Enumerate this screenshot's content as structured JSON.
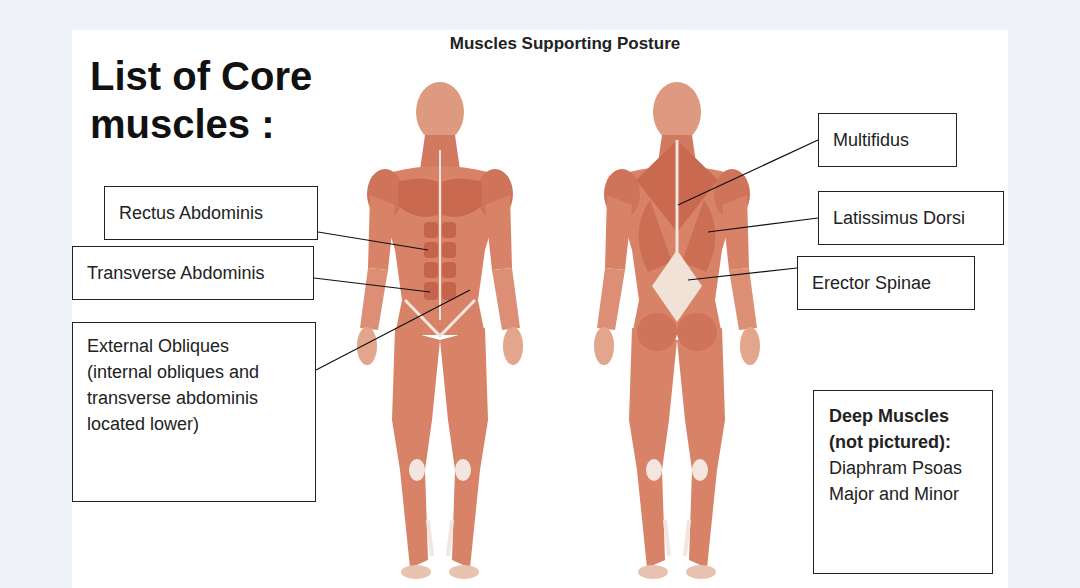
{
  "diagram": {
    "title": "Muscles Supporting Posture",
    "nodes": [
      {
        "text": [
          "Rectus Abdominis"
        ]
      },
      {
        "text": [
          "Transverse Abdominis"
        ]
      },
      {
        "text": [
          "External Obliques (internal obliques and transverse abdominis located lower)"
        ]
      },
      {
        "text": [
          "Multifidus"
        ]
      },
      {
        "text": [
          "Latissimus Dorsi"
        ]
      },
      {
        "text": [
          "Erector Spinae"
        ]
      },
      {
        "text": [
          "Deep Muscles (not pictured):",
          "Diaphram Psoas Major and Minor"
        ]
      }
    ],
    "labels": [
      "List of Core muscles :"
    ]
  }
}
